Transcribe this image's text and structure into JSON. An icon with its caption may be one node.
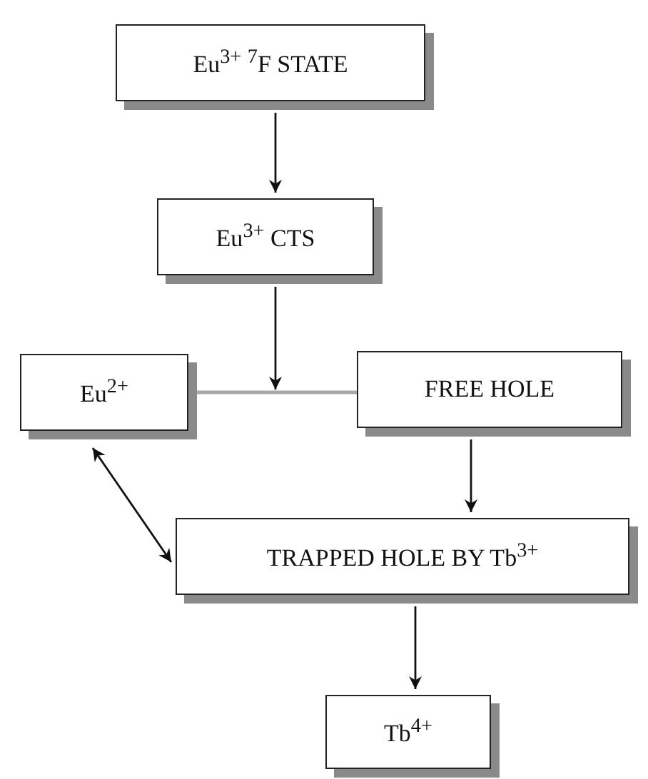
{
  "diagram": {
    "nodes": [
      {
        "text": [
          "Eu$^{3+}$ $^{7}$F STATE"
        ]
      },
      {
        "text": [
          "Eu$^{3+}$ CTS"
        ]
      },
      {
        "text": [
          "Eu$^{2+}$"
        ]
      },
      {
        "text": [
          "FREE HOLE"
        ]
      },
      {
        "text": [
          "TRAPPED HOLE BY Tb$^{3+}$"
        ]
      },
      {
        "text": [
          "Tb$^{4+}$"
        ]
      }
    ],
    "edges": [
      {
        "from": 0,
        "to": 1,
        "arrow": "to"
      },
      {
        "from": 1,
        "to": null,
        "arrow": "to"
      },
      {
        "from": 2,
        "to": 3,
        "arrow": "none",
        "color": "#a8a8a8"
      },
      {
        "from": 3,
        "to": 4,
        "arrow": "to"
      },
      {
        "from": 2,
        "to": 4,
        "arrow": "both"
      },
      {
        "from": 4,
        "to": 5,
        "arrow": "to"
      }
    ]
  }
}
